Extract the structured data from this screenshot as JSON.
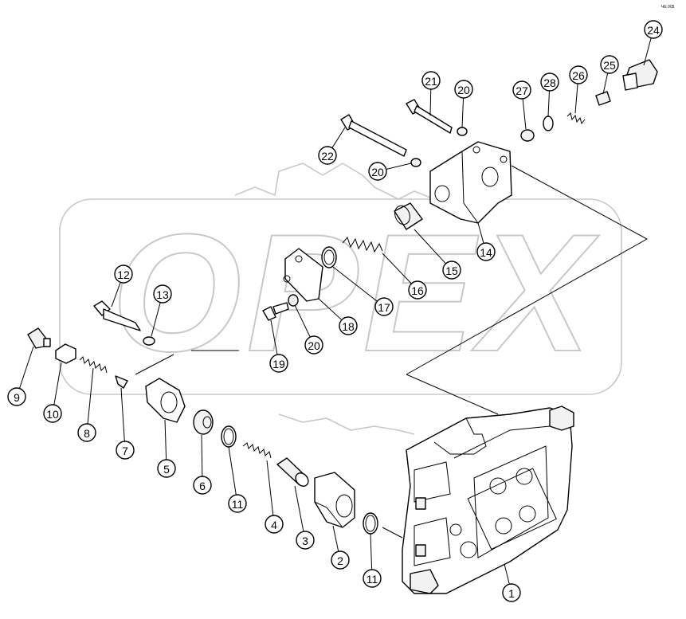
{
  "diagram": {
    "watermark": "OPEX",
    "corner_mark": "ЧЕ 005",
    "callouts": [
      {
        "id": "c1",
        "label": "1"
      },
      {
        "id": "c2",
        "label": "2"
      },
      {
        "id": "c3",
        "label": "3"
      },
      {
        "id": "c4",
        "label": "4"
      },
      {
        "id": "c5",
        "label": "5"
      },
      {
        "id": "c6",
        "label": "6"
      },
      {
        "id": "c7",
        "label": "7"
      },
      {
        "id": "c8",
        "label": "8"
      },
      {
        "id": "c9",
        "label": "9"
      },
      {
        "id": "c10",
        "label": "10"
      },
      {
        "id": "c11a",
        "label": "11"
      },
      {
        "id": "c11b",
        "label": "11"
      },
      {
        "id": "c12",
        "label": "12"
      },
      {
        "id": "c13",
        "label": "13"
      },
      {
        "id": "c14",
        "label": "14"
      },
      {
        "id": "c15",
        "label": "15"
      },
      {
        "id": "c16",
        "label": "16"
      },
      {
        "id": "c17",
        "label": "17"
      },
      {
        "id": "c18",
        "label": "18"
      },
      {
        "id": "c19",
        "label": "19"
      },
      {
        "id": "c20a",
        "label": "20"
      },
      {
        "id": "c20b",
        "label": "20"
      },
      {
        "id": "c20c",
        "label": "20"
      },
      {
        "id": "c21",
        "label": "21"
      },
      {
        "id": "c22",
        "label": "22"
      },
      {
        "id": "c24",
        "label": "24"
      },
      {
        "id": "c25",
        "label": "25"
      },
      {
        "id": "c26",
        "label": "26"
      },
      {
        "id": "c27",
        "label": "27"
      },
      {
        "id": "c28",
        "label": "28"
      }
    ]
  }
}
